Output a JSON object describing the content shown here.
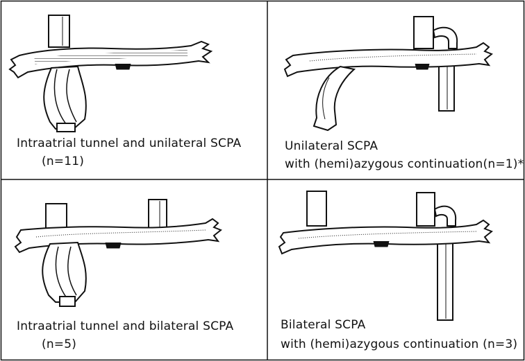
{
  "panels": [
    {
      "caption_line1": "Intraatrial tunnel and unilateral SCPA",
      "caption_line2": "(n=11)"
    },
    {
      "caption_line1": "Unilateral SCPA",
      "caption_line2": "with (hemi)azygous continuation(n=1)*"
    },
    {
      "caption_line1": "Intraatrial tunnel and bilateral SCPA",
      "caption_line2": "(n=5)"
    },
    {
      "caption_line1": "Bilateral SCPA",
      "caption_line2": "with (hemi)azygous continuation (n=3)"
    }
  ],
  "colors": {
    "ink": "#111111",
    "fill": "#ffffff"
  }
}
